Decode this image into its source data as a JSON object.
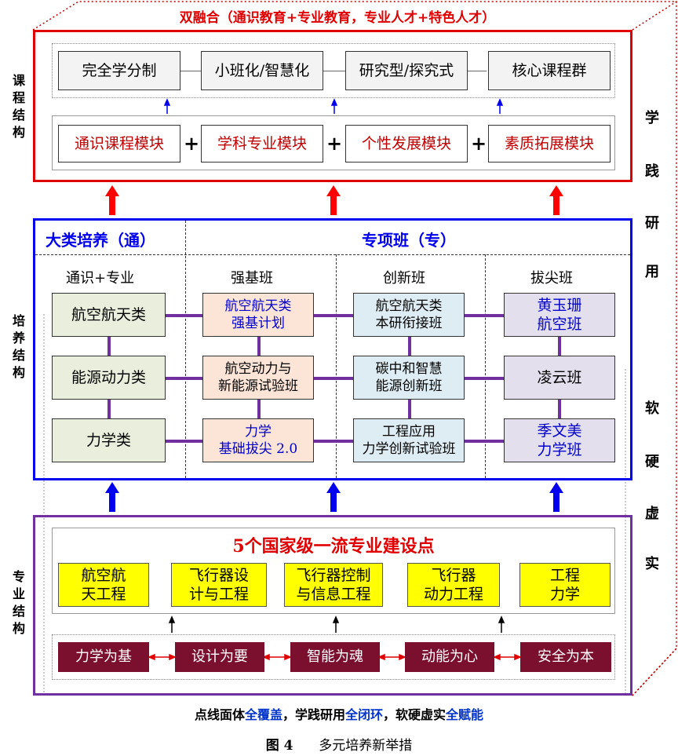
{
  "top_banner": "双融合（通识教育+专业教育，专业人才+特色人才）",
  "left_labels": {
    "course": "课程结构",
    "training": "培养结构",
    "major": "专业结构"
  },
  "right_labels": [
    "学",
    "践",
    "研",
    "用",
    "软",
    "硬",
    "虚",
    "实"
  ],
  "course": {
    "features": [
      "完全学分制",
      "小班化/智慧化",
      "研究型/探究式",
      "核心课程群"
    ],
    "modules": [
      "通识课程模块",
      "学科专业模块",
      "个性发展模块",
      "素质拓展模块"
    ],
    "plus": "+"
  },
  "training": {
    "left_title": "大类培养（通）",
    "right_title": "专项班（专）",
    "columns": [
      "通识+专业",
      "强基班",
      "创新班",
      "拔尖班"
    ],
    "general": [
      "航空航天类",
      "能源动力类",
      "力学类"
    ],
    "qiangji": [
      [
        "航空航天类",
        "强基计划"
      ],
      [
        "航空动力与",
        "新能源试验班"
      ],
      [
        "力学",
        "基础拔尖 2.0"
      ]
    ],
    "innovation": [
      [
        "航空航天类",
        "本研衔接班"
      ],
      [
        "碳中和智慧",
        "能源创新班"
      ],
      [
        "工程应用",
        "力学创新试验班"
      ]
    ],
    "top": [
      [
        "黄玉珊",
        "航空班"
      ],
      [
        "凌云班"
      ],
      [
        "季文美",
        "力学班"
      ]
    ]
  },
  "major": {
    "title": "5个国家级一流专业建设点",
    "majors": [
      [
        "航空航",
        "天工程"
      ],
      [
        "飞行器设",
        "计与工程"
      ],
      [
        "飞行器控制",
        "与信息工程"
      ],
      [
        "飞行器",
        "动力工程"
      ],
      [
        "工程",
        "力学"
      ]
    ],
    "pillars": [
      "力学为基",
      "设计为要",
      "智能为魂",
      "动能为心",
      "安全为本"
    ]
  },
  "bottom_line": {
    "p1": "点线面体",
    "h1": "全覆盖",
    "p2": "，学践研用",
    "h2": "全闭环",
    "p3": "，软硬虚实",
    "h3": "全赋能"
  },
  "caption": {
    "label": "图 4",
    "text": "多元培养新举措"
  },
  "colors": {
    "red": "#e00000",
    "blue": "#0000dd",
    "purple": "#7030a0",
    "maroon": "#7b0f2e",
    "highlight_blue": "#0033cc"
  }
}
